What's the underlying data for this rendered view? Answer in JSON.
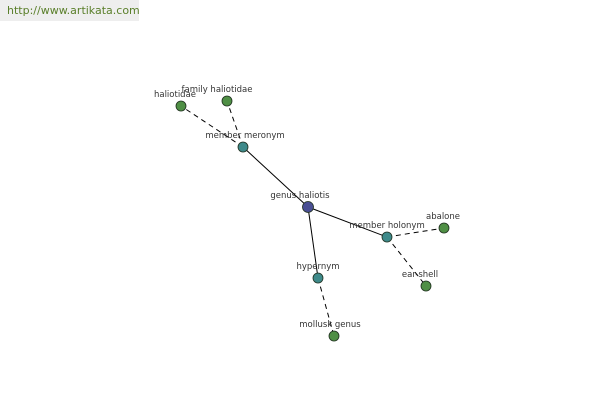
{
  "url_text": "http://www.artikata.com",
  "colors": {
    "root_node": "#4a4f94",
    "relation_node": "#3e8a8a",
    "term_node": "#4f8f45",
    "edge": "#000000",
    "url_text": "#5a7f2a",
    "url_background": "#eeeeee"
  },
  "nodes": [
    {
      "id": "genus-haliotis",
      "label": "genus haliotis",
      "kind": "root"
    },
    {
      "id": "member-meronym",
      "label": "member meronym",
      "kind": "relation"
    },
    {
      "id": "member-holonym",
      "label": "member holonym",
      "kind": "relation"
    },
    {
      "id": "hypernym",
      "label": "hypernym",
      "kind": "relation"
    },
    {
      "id": "haliotidae",
      "label": "haliotidae",
      "kind": "term"
    },
    {
      "id": "family-haliotidae",
      "label": "family haliotidae",
      "kind": "term"
    },
    {
      "id": "abalone",
      "label": "abalone",
      "kind": "term"
    },
    {
      "id": "ear-shell",
      "label": "ear-shell",
      "kind": "term"
    },
    {
      "id": "mollusk-genus",
      "label": "mollusk genus",
      "kind": "term"
    }
  ],
  "edges": [
    {
      "from": "genus-haliotis",
      "to": "member-meronym",
      "style": "solid"
    },
    {
      "from": "genus-haliotis",
      "to": "member-holonym",
      "style": "solid"
    },
    {
      "from": "genus-haliotis",
      "to": "hypernym",
      "style": "solid"
    },
    {
      "from": "member-meronym",
      "to": "haliotidae",
      "style": "dashed"
    },
    {
      "from": "member-meronym",
      "to": "family-haliotidae",
      "style": "dashed"
    },
    {
      "from": "member-holonym",
      "to": "abalone",
      "style": "dashed"
    },
    {
      "from": "member-holonym",
      "to": "ear-shell",
      "style": "dashed"
    },
    {
      "from": "hypernym",
      "to": "mollusk-genus",
      "style": "dashed"
    }
  ]
}
